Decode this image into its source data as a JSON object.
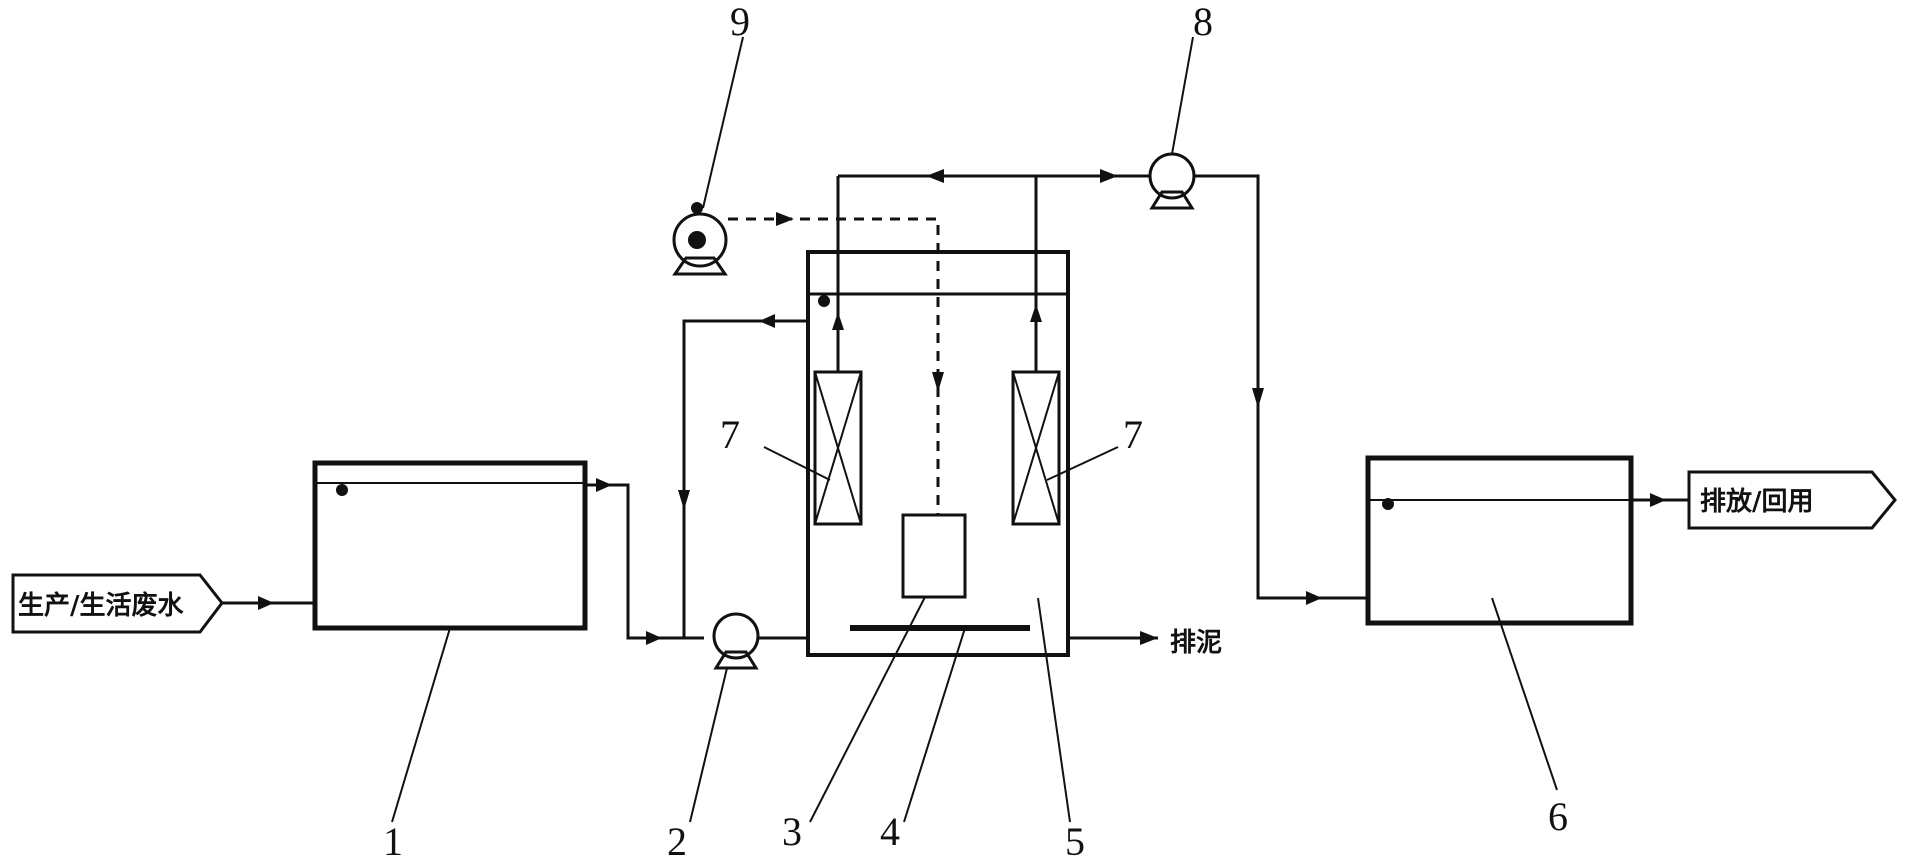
{
  "labels": {
    "input": "生产/生活废水",
    "output": "排放/回用",
    "sludge": "排泥"
  },
  "numbers": [
    "1",
    "2",
    "3",
    "4",
    "5",
    "6",
    "7",
    "7",
    "8",
    "9"
  ]
}
